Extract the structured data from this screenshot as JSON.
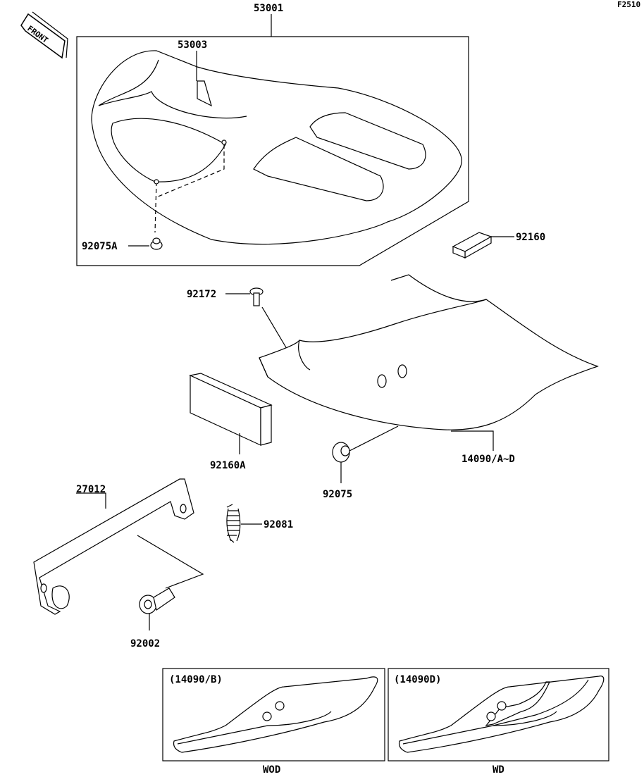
{
  "diagram_code": "F2510",
  "front_label": "FRONT",
  "parts": {
    "seat": "53001",
    "seat_strap": "53003",
    "seat_damper": "92075A",
    "pad_small": "92160",
    "screw": "92172",
    "seat_cover": "14090/A~D",
    "pad_large": "92160A",
    "damper": "92075",
    "bracket": "27012",
    "spring": "92081",
    "bolt": "92002"
  },
  "variants": [
    {
      "title": "(14090/B)",
      "caption": "WOD"
    },
    {
      "title": "(14090D)",
      "caption": "WD"
    }
  ]
}
